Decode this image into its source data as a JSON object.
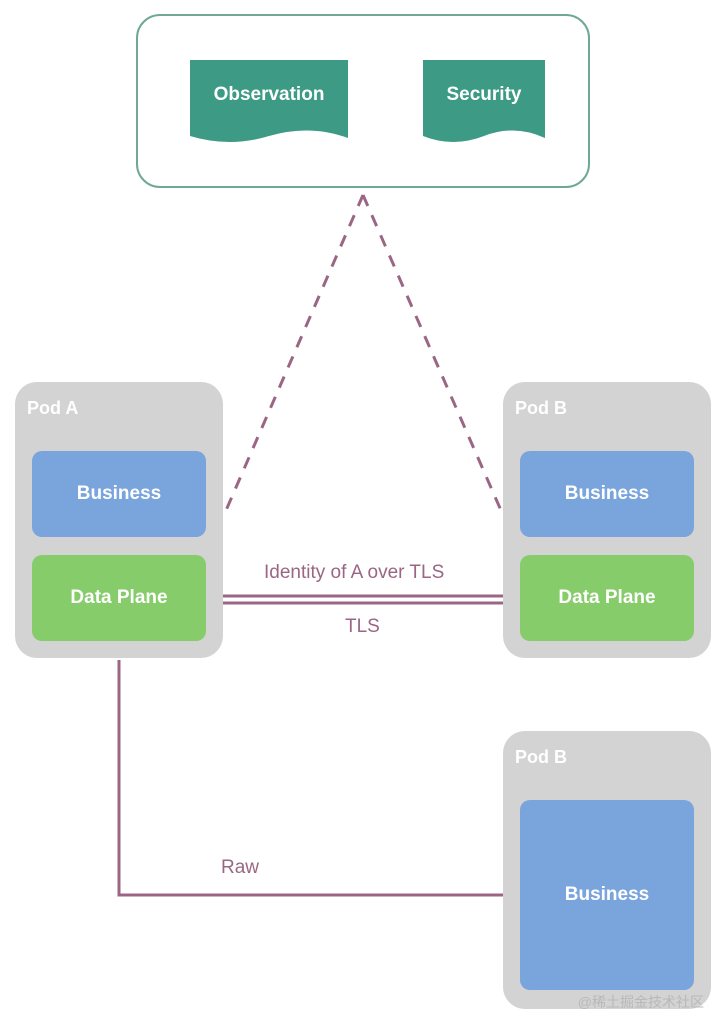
{
  "control_plane": {
    "observation_label": "Observation",
    "security_label": "Security"
  },
  "pod_a": {
    "title": "Pod A",
    "business_label": "Business",
    "dataplane_label": "Data Plane"
  },
  "pod_b_tls": {
    "title": "Pod B",
    "business_label": "Business",
    "dataplane_label": "Data Plane"
  },
  "pod_b_raw": {
    "title": "Pod B",
    "business_label": "Business"
  },
  "connections": {
    "identity_label": "Identity of A over TLS",
    "tls_label": "TLS",
    "raw_label": "Raw"
  },
  "watermark": "@稀土掘金技术社区",
  "colors": {
    "control_border": "#6fa898",
    "doc_fill": "#3d9a85",
    "pod_bg": "#d3d3d3",
    "business": "#7aa4dc",
    "dataplane": "#86cc6a",
    "line": "#9a6684"
  }
}
